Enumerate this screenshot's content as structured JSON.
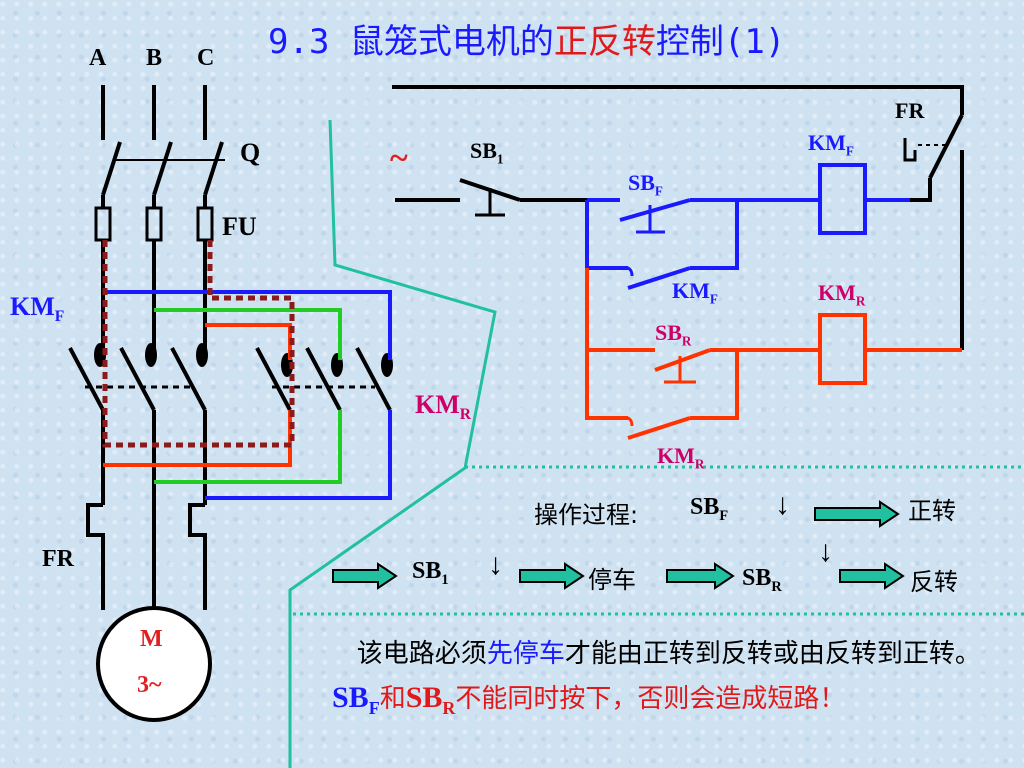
{
  "title": {
    "prefix": "9.3 鼠笼式电机的",
    "highlight": "正反转",
    "suffix": "控制(1)"
  },
  "phases": [
    "A",
    "B",
    "C"
  ],
  "labels": {
    "q": "Q",
    "fu": "FU",
    "fr_left": "FR",
    "fr_right": "FR",
    "tilde": "~",
    "km": "KM",
    "sb": "SB",
    "sub_f": "F",
    "sub_r": "R",
    "sub_1": "1"
  },
  "motor": {
    "line1": "M",
    "line2": "3~"
  },
  "process": {
    "prefix": "操作过程:",
    "forward": "正转",
    "stop": "停车",
    "reverse": "反转",
    "down_arrow": "↓"
  },
  "note": {
    "p1": "该电路必须",
    "p1_blue": "先停车",
    "p1_rest": "才能由正转到反转或由反转到正转。",
    "and": "和",
    "p2_red": "不能同时按下，否则会造成短路！"
  },
  "colors": {
    "blue": "#1a1aff",
    "red": "#e02020",
    "green": "#22cc22",
    "maroon": "#8b1a1a",
    "teal": "#20c0a0",
    "magenta": "#cc0066"
  }
}
